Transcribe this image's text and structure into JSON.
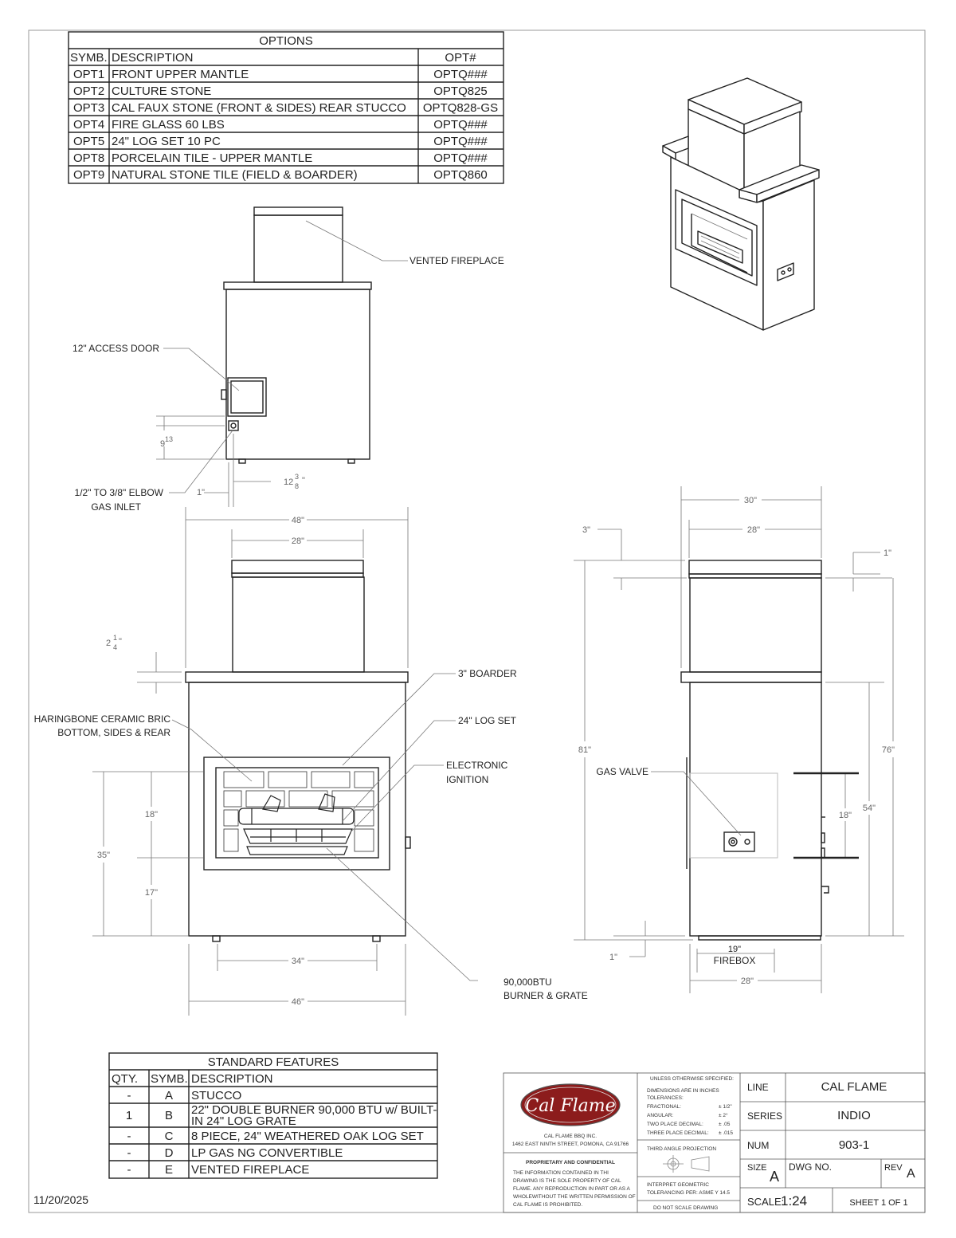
{
  "options_table": {
    "title": "OPTIONS",
    "headers": [
      "SYMB.",
      "DESCRIPTION",
      "OPT#"
    ],
    "rows": [
      [
        "OPT1",
        "FRONT UPPER MANTLE",
        "OPTQ###"
      ],
      [
        "OPT2",
        "CULTURE STONE",
        "OPTQ825"
      ],
      [
        "OPT3",
        "CAL FAUX STONE (FRONT & SIDES) REAR  STUCCO",
        "OPTQ828-GS"
      ],
      [
        "OPT4",
        "FIRE GLASS 60 LBS",
        "OPTQ###"
      ],
      [
        "OPT5",
        "24\" LOG SET 10 PC",
        "OPTQ###"
      ],
      [
        "OPT8",
        "PORCELAIN TILE - UPPER MANTLE",
        "OPTQ###"
      ],
      [
        "OPT9",
        "NATURAL STONE TILE (FIELD & BOARDER)",
        "OPTQ860"
      ]
    ]
  },
  "callouts": {
    "vented_fireplace": "VENTED FIREPLACE",
    "access_door": "12\" ACCESS DOOR",
    "gas_inlet_1": "1/2\" TO 3/8\" ELBOW",
    "gas_inlet_2": "GAS INLET",
    "boarder": "3\" BOARDER",
    "log_set": "24\" LOG SET",
    "ignition_1": "ELECTRONIC",
    "ignition_2": "IGNITION",
    "brick_1": "HARINGBONE CERAMIC BRIC",
    "brick_2": "BOTTOM, SIDES & REAR",
    "burner_1": "90,000BTU",
    "burner_2": "BURNER & GRATE",
    "gas_valve": "GAS VALVE",
    "firebox": "FIREBOX"
  },
  "dimensions": {
    "rear_9_13": "9",
    "rear_13": "13",
    "rear_1": "1\"",
    "rear_12_3_8": "12",
    "rear_3": "3",
    "rear_8": "8",
    "rear_inch": "\"",
    "front_48": "48\"",
    "front_28": "28\"",
    "front_2": "2",
    "front_1": "1",
    "front_4": "4",
    "front_inch": "\"",
    "front_18": "18\"",
    "front_35": "35\"",
    "front_17": "17\"",
    "front_34": "34\"",
    "front_46": "46\"",
    "side_30": "30\"",
    "side_28_top": "28\"",
    "side_3": "3\"",
    "side_1_top": "1\"",
    "side_81": "81\"",
    "side_76": "76\"",
    "side_54": "54\"",
    "side_18": "18\"",
    "side_19": "19\"",
    "side_1_bottom": "1\"",
    "side_28_bottom": "28\""
  },
  "standard_features": {
    "title": "STANDARD FEATURES",
    "headers": [
      "QTY.",
      "SYMB.",
      "DESCRIPTION"
    ],
    "rows": [
      [
        "-",
        "A",
        "STUCCO"
      ],
      [
        "1",
        "B",
        "22\" DOUBLE BURNER 90,000 BTU w/ BUILT-",
        "IN 24\" LOG GRATE"
      ],
      [
        "-",
        "C",
        "8 PIECE, 24\" WEATHERED OAK LOG SET"
      ],
      [
        "-",
        "D",
        "LP GAS NG CONVERTIBLE"
      ],
      [
        "-",
        "E",
        "VENTED FIREPLACE"
      ]
    ]
  },
  "date": "11/20/2025",
  "title_block": {
    "logo_text": "Cal Flame",
    "company": "CAL FLAME BBQ INC.",
    "address": "1462 EAST NINTH STREET, POMONA, CA 91766",
    "proprietary_title": "PROPRIETARY AND CONFIDENTIAL",
    "proprietary_lines": [
      "THE INFORMATION CONTAINED IN THI",
      "DRAWING IS THE SOLE PROPERTY OF CAL",
      "FLAME.  ANY REPRODUCTION IN PART OR AS A",
      "WHOLEWITHOUT THE WRITTEN PERMISSION OF",
      "CAL FLAME IS PROHIBITED."
    ],
    "unless": "UNLESS OTHERWISE SPECIFIED:",
    "tol_lines": [
      "DIMENSIONS ARE IN INCHES",
      "TOLERANCES:"
    ],
    "tol_rows": [
      [
        "FRACTIONAL:",
        "± 1/2\""
      ],
      [
        "ANGULAR:",
        "± 2°"
      ],
      [
        "TWO PLACE DECIMAL:",
        "± .05"
      ],
      [
        "THREE PLACE DECIMAL:",
        "± .015"
      ]
    ],
    "projection": "THIRD ANGLE PROJECTION",
    "interpret_1": "INTERPRET GEOMETRIC",
    "interpret_2": "TOLERANCING PER: ASME Y 14.5",
    "do_not_scale": "DO NOT SCALE DRAWING",
    "line_label": "LINE",
    "line_value": "CAL FLAME",
    "series_label": "SERIES",
    "series_value": "INDIO",
    "num_label": "NUM",
    "num_value": "903-1",
    "size_label": "SIZE",
    "size_value": "A",
    "dwg_label": "DWG NO.",
    "rev_label": "REV",
    "rev_value": "A",
    "scale_label": "SCALE:",
    "scale_value": "1:24",
    "sheet": "SHEET 1 OF 1"
  }
}
